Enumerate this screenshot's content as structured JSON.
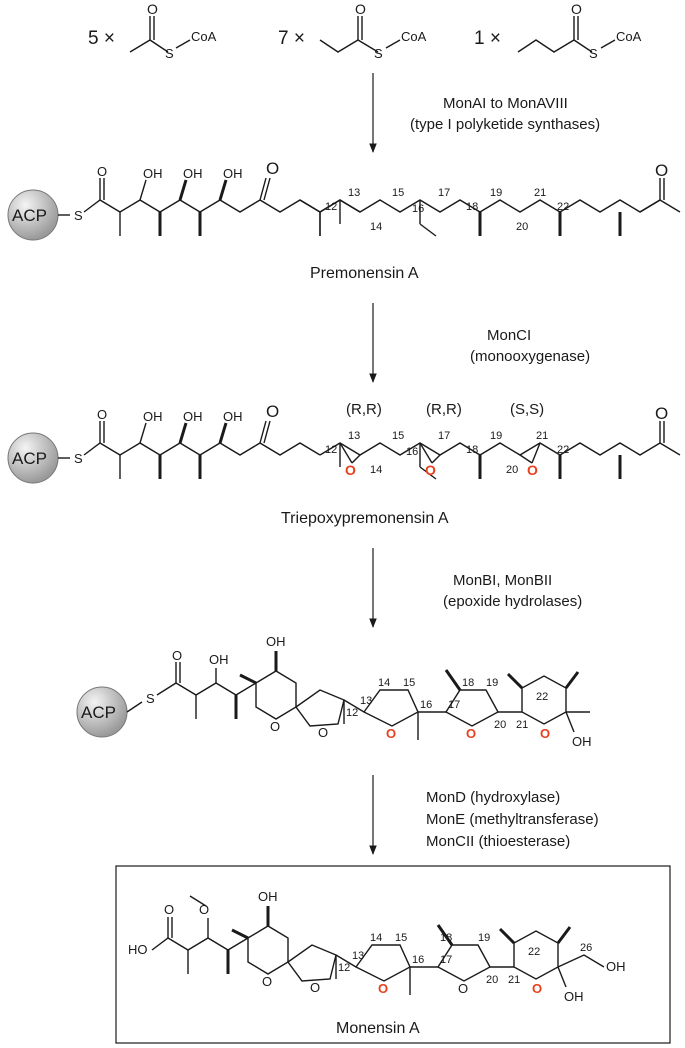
{
  "colors": {
    "bond": "#1a1a1a",
    "epoxide_oxygen": "#e8401c",
    "acp_fill": "#bdbdbd"
  },
  "precursors": [
    {
      "count": "5 ×",
      "coa": "CoA",
      "s": "S"
    },
    {
      "count": "7 ×",
      "coa": "CoA",
      "s": "S"
    },
    {
      "count": "1 ×",
      "coa": "CoA",
      "s": "S"
    }
  ],
  "common": {
    "acp": "ACP",
    "s": "S",
    "oh": "OH",
    "o": "O",
    "ho": "HO"
  },
  "steps": [
    {
      "line1": "MonAI to MonAVIII",
      "line2": "(type I polyketide synthases)"
    },
    {
      "line1": "MonCI",
      "line2": "(monooxygenase)"
    },
    {
      "line1": "MonBI, MonBII",
      "line2": "(epoxide hydrolases)"
    },
    {
      "line1": "MonD  (hydroxylase)",
      "line2": "MonE  (methyltransferase)",
      "line3": "MonCII (thioesterase)"
    }
  ],
  "compounds": {
    "premonensin": "Premonensin A",
    "triepoxy": "Triepoxypremonensin A",
    "monensin": "Monensin A"
  },
  "stereo": {
    "a": "(R,R)",
    "b": "(R,R)",
    "c": "(S,S)"
  },
  "locants": {
    "c12": "12",
    "c13": "13",
    "c14": "14",
    "c15": "15",
    "c16": "16",
    "c17": "17",
    "c18": "18",
    "c19": "19",
    "c20": "20",
    "c21": "21",
    "c22": "22",
    "c26": "26"
  }
}
